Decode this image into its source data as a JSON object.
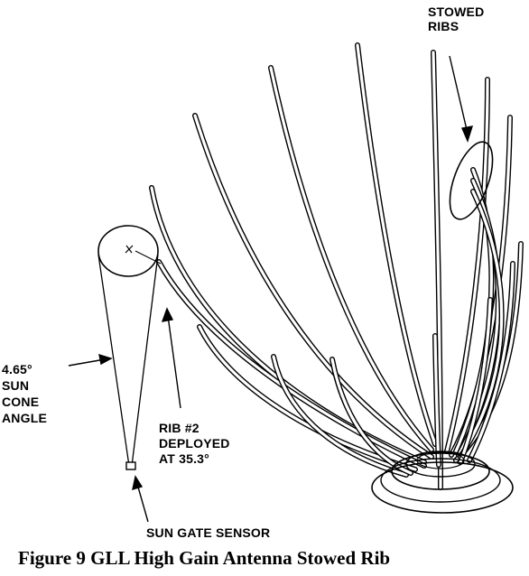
{
  "labels": {
    "stowed_ribs": [
      "STOWED",
      "RIBS"
    ],
    "sun_cone_angle": [
      "4.65°",
      "SUN",
      "CONE",
      "ANGLE"
    ],
    "rib2": [
      "RIB #2",
      "DEPLOYED",
      "AT 35.3°"
    ],
    "sun_gate_sensor": "SUN GATE SENSOR"
  },
  "caption": "Figure 9 GLL High Gain Antenna Stowed Rib",
  "colors": {
    "ink": "#000000",
    "rib_fill": "#ffffff",
    "background": "#ffffff"
  }
}
